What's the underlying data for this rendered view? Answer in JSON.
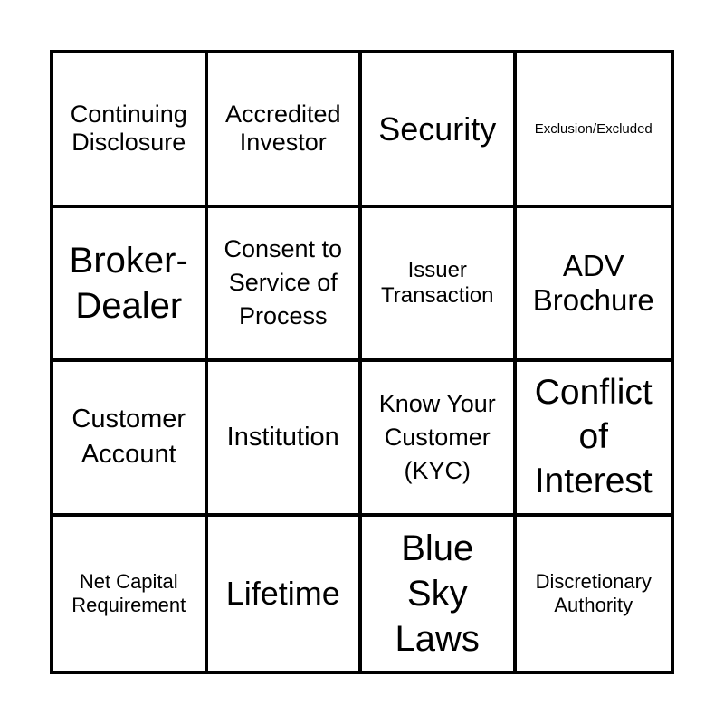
{
  "board": {
    "cells": [
      [
        "Continuing Disclosure",
        "Accredited Investor",
        "Security",
        "Exclusion/Excluded"
      ],
      [
        "Broker-Dealer",
        "Consent to Service of Process",
        "Issuer Transaction",
        "ADV Brochure"
      ],
      [
        "Customer Account",
        "Institution",
        "Know Your Customer (KYC)",
        "Conflict of Interest"
      ],
      [
        "Net Capital Requirement",
        "Lifetime",
        "Blue Sky Laws",
        "Discretionary Authority"
      ]
    ]
  }
}
